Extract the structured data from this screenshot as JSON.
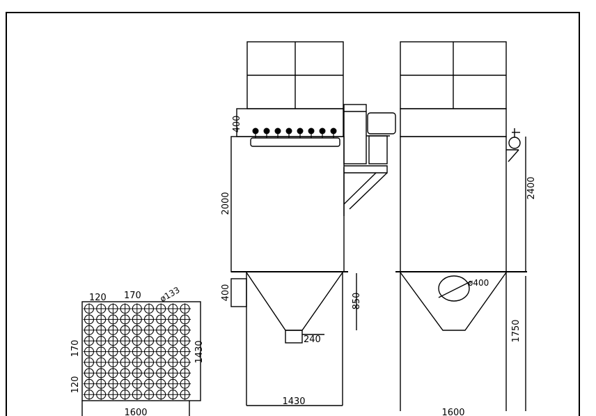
{
  "dimensions": {
    "hopper_inlet_height": "400",
    "upper_section_height": "400",
    "body_height": "2000",
    "hopper_height": "850",
    "outlet_width": "240",
    "front_width": "1430",
    "side_body_height": "2400",
    "side_leg_height": "1750",
    "side_width": "1600",
    "side_outlet_diameter": "ø400",
    "plate_edge_margin_top": "120",
    "plate_pitch_top": "170",
    "bag_diameter": "ø133",
    "plate_pitch_side": "170",
    "plate_edge_margin_side": "120",
    "plate_height": "1430",
    "plate_width": "1600"
  },
  "plate": {
    "rows": 9,
    "cols": 9
  },
  "valves": {
    "count": 8
  }
}
